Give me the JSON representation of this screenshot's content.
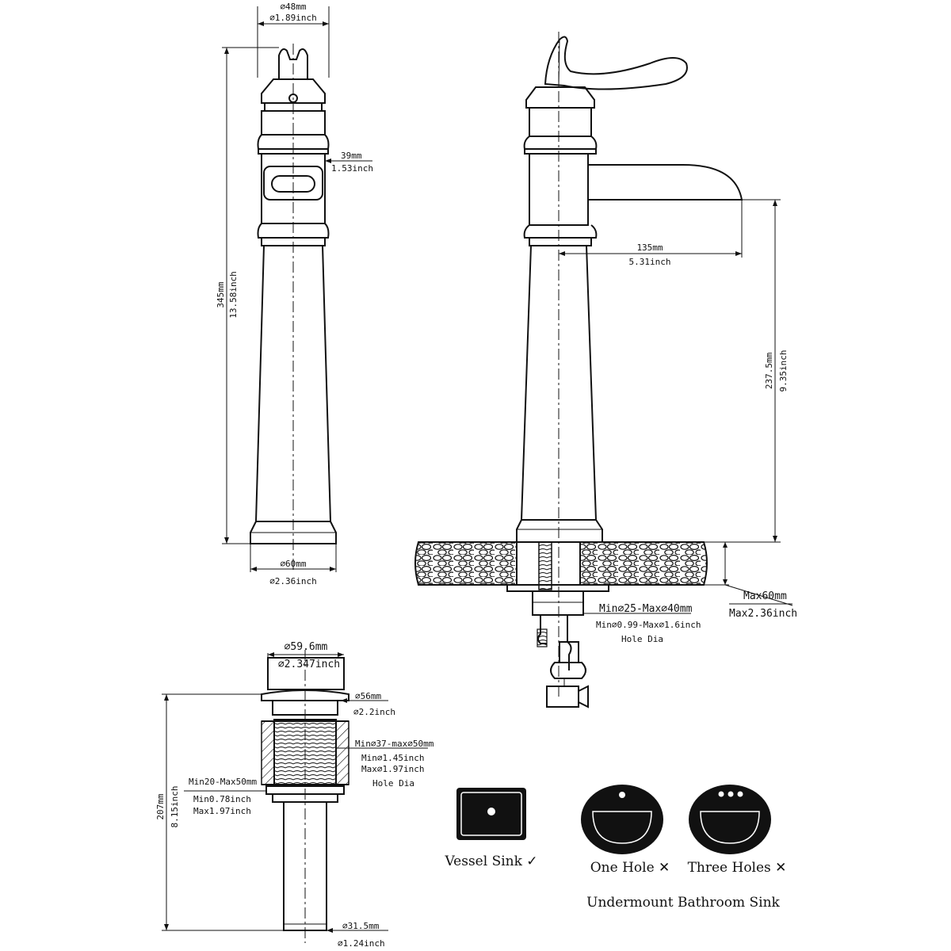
{
  "faucet_front": {
    "top_width_mm": "⌀48mm",
    "top_width_in": "⌀1.89inch",
    "window_mm": "39mm",
    "window_in": "1.53inch",
    "height_mm": "345mm",
    "height_in": "13.58inch",
    "base_mm": "⌀60mm",
    "base_in": "⌀2.36inch"
  },
  "faucet_side": {
    "reach_mm": "135mm",
    "reach_in": "5.31inch",
    "spout_height_mm": "237.5mm",
    "spout_height_in": "9.35inch",
    "deck_max_mm": "Max60mm",
    "deck_max_in": "Max2.36inch",
    "hole_mm": "Min⌀25-Max⌀40mm",
    "hole_in": "Min⌀0.99-Max⌀1.6inch",
    "hole_label": "Hole Dia"
  },
  "drain": {
    "cap_mm": "⌀59.6mm",
    "cap_in": "⌀2.347inch",
    "flange_mm": "⌀56mm",
    "flange_in": "⌀2.2inch",
    "hole_mm": "Min⌀37-max⌀50mm",
    "hole_in_min": "Min⌀1.45inch",
    "hole_in_max": "Max⌀1.97inch",
    "hole_label": "Hole Dia",
    "thick_mm": "Min20-Max50mm",
    "thick_in_min": "Min0.78inch",
    "thick_in_max": "Max1.97inch",
    "height_mm": "207mm",
    "height_in": "8.15inch",
    "tail_mm": "⌀31.5mm",
    "tail_in": "⌀1.24inch"
  },
  "sinks": {
    "vessel": "Vessel Sink ✓",
    "one_hole": "One Hole ✕",
    "three_holes": "Three Holes ✕",
    "undermount": "Undermount Bathroom Sink"
  }
}
